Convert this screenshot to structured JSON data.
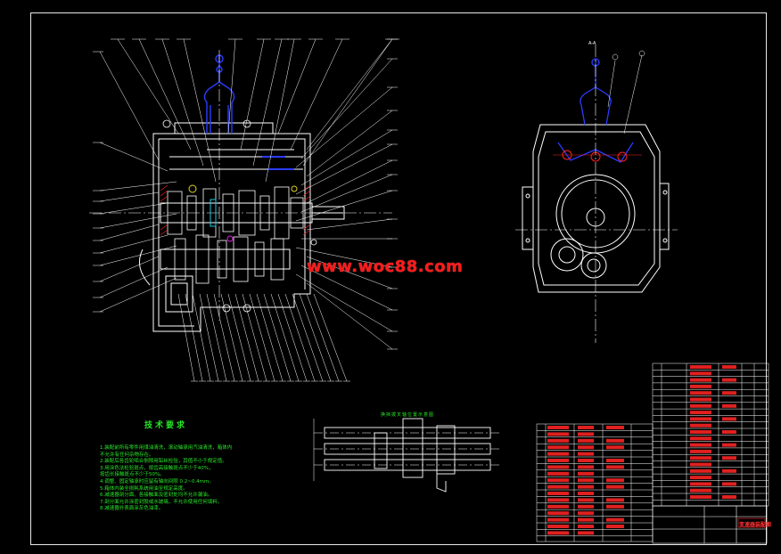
{
  "watermark": "www.woc88.com",
  "technical_requirements": {
    "title": "技术要求",
    "notes": [
      "1.装配前所有零件用煤油清洗，滚动轴承用汽油清洗，箱体内",
      "  不允许有任何杂物存在。",
      "2.装配后各齿轮啮合侧隙用铅丝检验，其值不小于规定值。",
      "3.用涂色法检验斑点，按齿高接触斑点不少于40%，",
      "  按齿长接触斑点不少于50%。",
      "4.调整、固定轴承时应留有轴向间隙 0.2~0.4mm。",
      "5.箱体内装全损耗系统用油至规定高度。",
      "6.减速器剖分面、各接触面及密封处均不允许漏油。",
      "7.剖分面允许涂密封胶或水玻璃，不允许使用任何填料。",
      "8.减速器外表面涂灰色油漆。"
    ]
  },
  "sub_view_title": "换挡拨叉轴位置示意图",
  "section_mark": "A-A",
  "title_block": {
    "name": "变速器装配图"
  },
  "colors": {
    "linework": "#ffffff",
    "accent_blue": "#2b3cff",
    "accent_red": "#ff2020",
    "accent_green": "#27e827",
    "accent_yellow": "#e0d020",
    "accent_cyan": "#20c8e0",
    "accent_magenta": "#e020e0"
  }
}
